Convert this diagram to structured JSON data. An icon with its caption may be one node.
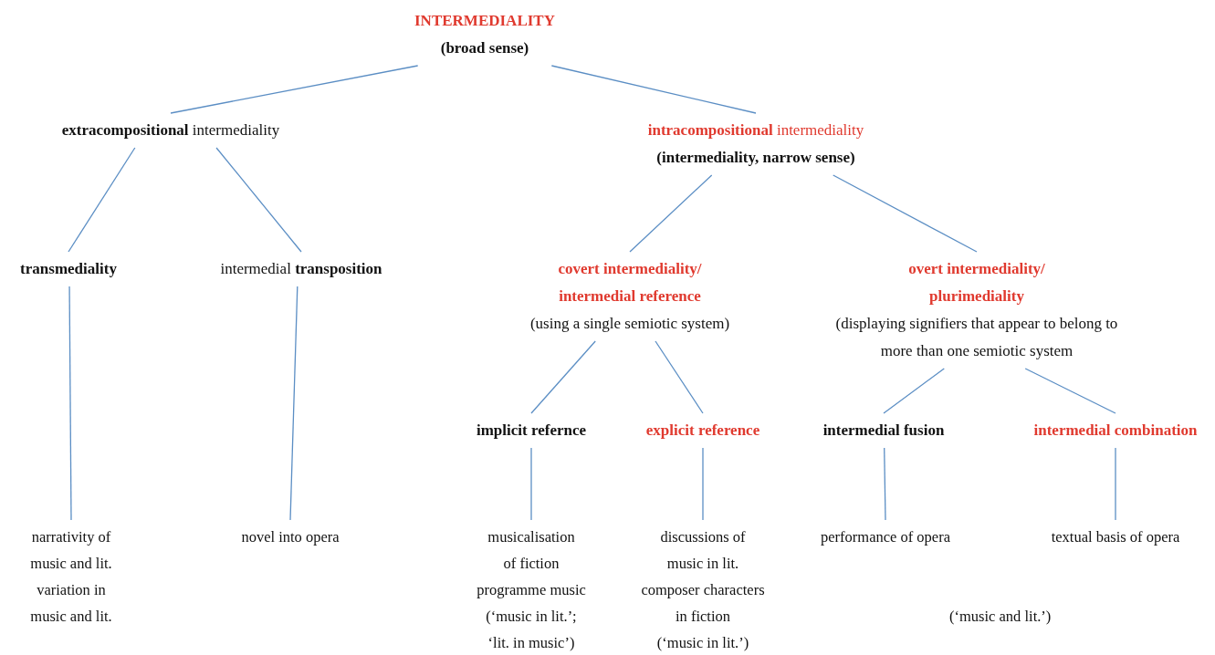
{
  "diagram": {
    "nodes": [
      {
        "text": [
          "INTERMEDIALITY",
          "(broad sense)"
        ]
      },
      {
        "text": [
          "**extracompositional** intermediality"
        ]
      },
      {
        "text": [
          "**intracompositional** intermediality",
          "(intermediality, narrow sense)"
        ]
      },
      {
        "text": [
          "transmediality"
        ]
      },
      {
        "text": [
          "intermedial **transposition**"
        ]
      },
      {
        "text": [
          "covert intermediality/ intermedial reference",
          "(using a single semiotic system)"
        ]
      },
      {
        "text": [
          "overt intermediality/ plurimediality",
          "(displaying signifiers that appear to belong to more than one semiotic system"
        ]
      },
      {
        "text": [
          "implicit refernce"
        ]
      },
      {
        "text": [
          "explicit reference"
        ]
      },
      {
        "text": [
          "intermedial fusion"
        ]
      },
      {
        "text": [
          "intermedial combination"
        ]
      },
      {
        "text": [
          "narrativity of music and lit.",
          "variation in music and lit."
        ]
      },
      {
        "text": [
          "novel into opera"
        ]
      },
      {
        "text": [
          "musicalisation of fiction",
          "programme music",
          "(‘music in lit.’; ‘lit. in music’)"
        ]
      },
      {
        "text": [
          "discussions of music in lit.",
          "composer characters in fiction",
          "(‘music in lit.’)"
        ]
      },
      {
        "text": [
          "performance of opera"
        ]
      },
      {
        "text": [
          "textual basis of opera"
        ]
      }
    ],
    "edges": [
      {
        "from": 0,
        "to": 1,
        "arrow": "none"
      },
      {
        "from": 0,
        "to": 2,
        "arrow": "none"
      },
      {
        "from": 1,
        "to": 3,
        "arrow": "none"
      },
      {
        "from": 1,
        "to": 4,
        "arrow": "none"
      },
      {
        "from": 3,
        "to": 11,
        "arrow": "none"
      },
      {
        "from": 4,
        "to": 12,
        "arrow": "none"
      },
      {
        "from": 2,
        "to": 5,
        "arrow": "none"
      },
      {
        "from": 2,
        "to": 6,
        "arrow": "none"
      },
      {
        "from": 5,
        "to": 7,
        "arrow": "none"
      },
      {
        "from": 5,
        "to": 8,
        "arrow": "none"
      },
      {
        "from": 6,
        "to": 9,
        "arrow": "none"
      },
      {
        "from": 6,
        "to": 10,
        "arrow": "none"
      },
      {
        "from": 7,
        "to": 13,
        "arrow": "none"
      },
      {
        "from": 8,
        "to": 14,
        "arrow": "none"
      },
      {
        "from": 9,
        "to": 15,
        "arrow": "none"
      },
      {
        "from": 10,
        "to": 16,
        "arrow": "none"
      }
    ],
    "labels": [
      "(‘music and lit.’)"
    ]
  }
}
